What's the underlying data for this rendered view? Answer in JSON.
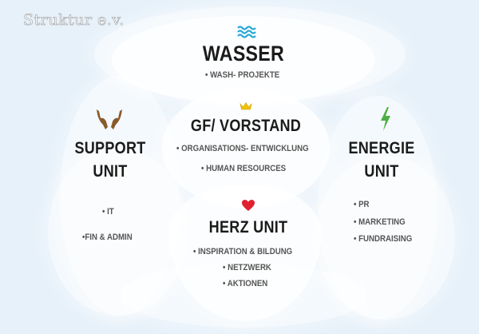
{
  "brand": {
    "name": "Struktur e.v."
  },
  "sections": {
    "wasser": {
      "title": "WASSER",
      "icon": "water-waves-icon",
      "items": [
        "• WASH- PROJEKTE"
      ]
    },
    "gf_vorstand": {
      "title": "GF/ VORSTAND",
      "icon": "crown-icon",
      "items": [
        "• ORGANISATIONS- ENTWICKLUNG",
        "• HUMAN RESOURCES"
      ]
    },
    "support": {
      "title_line1": "SUPPORT",
      "title_line2": "UNIT",
      "icon": "open-hands-icon",
      "items": [
        "• IT",
        "•FIN & ADMIN"
      ]
    },
    "energie": {
      "title_line1": "ENERGIE",
      "title_line2": "UNIT",
      "icon": "lightning-bolt-icon",
      "items": [
        "• PR",
        "• MARKETING",
        "• FUNDRAISING"
      ]
    },
    "herz": {
      "title": "HERZ UNIT",
      "icon": "heart-icon",
      "items": [
        "• INSPIRATION & BILDUNG",
        "• NETZWERK",
        "• AKTIONEN"
      ]
    }
  },
  "colors": {
    "background": "#e6f1fa",
    "water_icon": "#2aa8d8",
    "crown_icon": "#f2c200",
    "heart_icon": "#e0202e",
    "lightning_icon": "#4fae43",
    "hands_icon": "#8a5a2b"
  }
}
